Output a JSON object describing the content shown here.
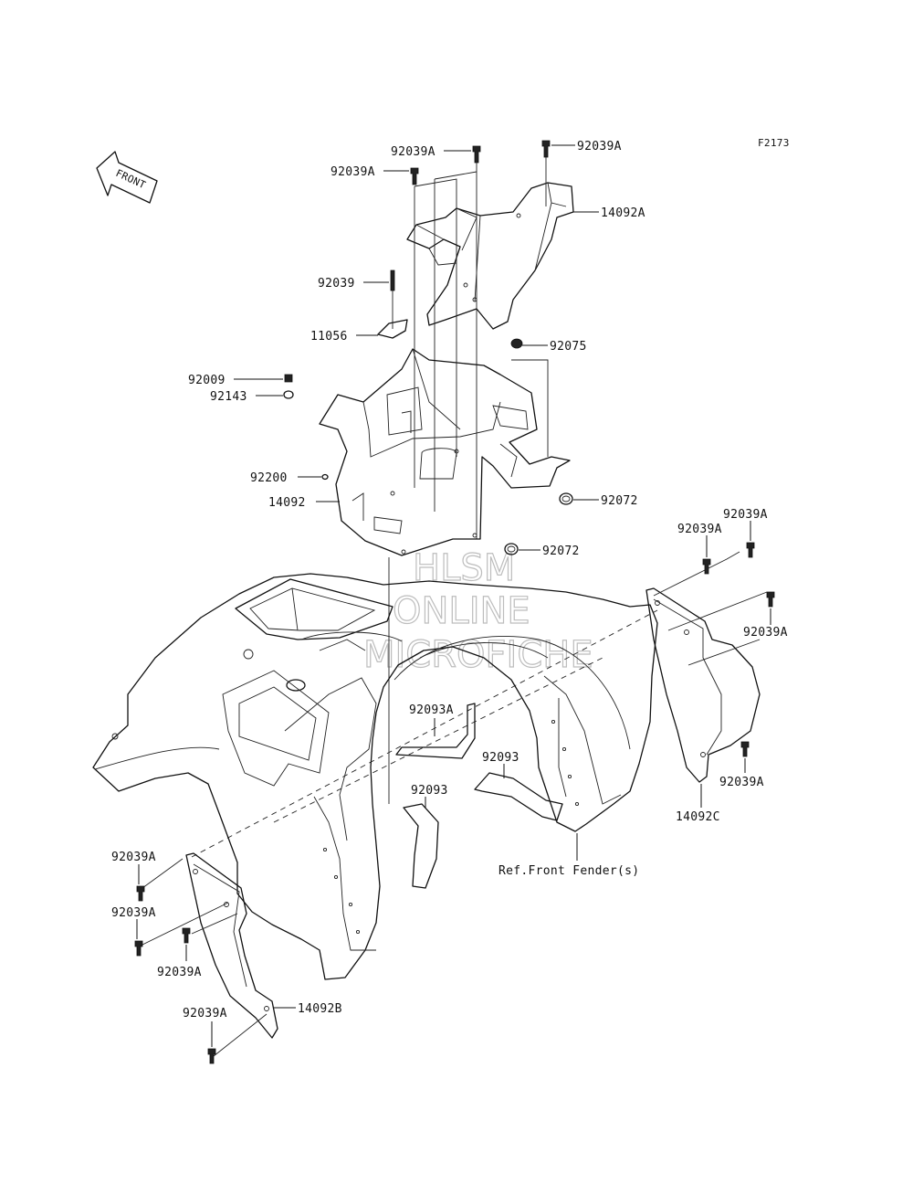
{
  "figure_code": "F2173",
  "front_marker": "FRONT",
  "watermark": [
    "HLSM",
    "ONLINE",
    "MICROFICHE"
  ],
  "reference_note": "Ref.Front Fender(s)",
  "labels": {
    "l_92039A_top_center": "92039A",
    "l_92039A_top_right": "92039A",
    "l_92039A_top_left": "92039A",
    "l_14092A": "14092A",
    "l_92039": "92039",
    "l_11056": "11056",
    "l_92075": "92075",
    "l_92009": "92009",
    "l_92143": "92143",
    "l_92200": "92200",
    "l_14092": "14092",
    "l_92072_a": "92072",
    "l_92072_b": "92072",
    "l_92039A_r1": "92039A",
    "l_92039A_r2": "92039A",
    "l_92039A_r3": "92039A",
    "l_92093A": "92093A",
    "l_92093_a": "92093",
    "l_92093_b": "92093",
    "l_92039A_r4": "92039A",
    "l_14092C": "14092C",
    "l_92039A_l1": "92039A",
    "l_92039A_l2": "92039A",
    "l_92039A_l3": "92039A",
    "l_92039A_l4": "92039A",
    "l_14092B": "14092B"
  }
}
